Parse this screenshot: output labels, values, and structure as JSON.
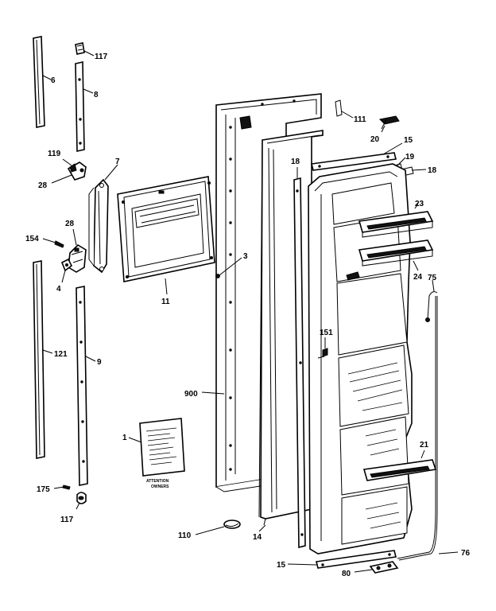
{
  "callouts": {
    "c117a": "117",
    "c6": "6",
    "c8": "8",
    "c119": "119",
    "c28a": "28",
    "c7": "7",
    "c28b": "28",
    "c154": "154",
    "c4": "4",
    "c11": "11",
    "c3": "3",
    "c121": "121",
    "c9": "9",
    "c900": "900",
    "c1": "1",
    "c175": "175",
    "c117b": "117",
    "c110": "110",
    "c14": "14",
    "c15b": "15",
    "c80": "80",
    "c76": "76",
    "c21": "21",
    "c151": "151",
    "c75": "75",
    "c24": "24",
    "c23": "23",
    "c18a": "18",
    "c18b": "18",
    "c19": "19",
    "c15a": "15",
    "c20": "20",
    "c111": "111"
  },
  "card": {
    "caption_line1": "ATTENTION",
    "caption_line2": "OWNERS"
  }
}
